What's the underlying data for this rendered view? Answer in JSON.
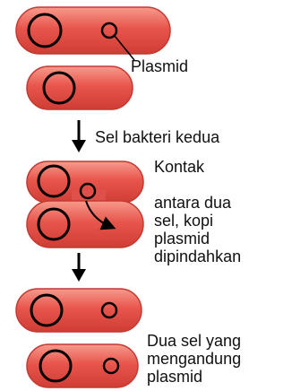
{
  "labels": {
    "plasmid": "Plasmid",
    "second_cell": "Sel bakteri kedua",
    "contact": "Kontak",
    "transfer_line1": "antara dua",
    "transfer_line2": "sel, kopi",
    "transfer_line3": "plasmid",
    "transfer_line4": "dipindahkan",
    "result_line1": "Dua sel yang",
    "result_line2": "mengandung",
    "result_line3": "plasmid"
  },
  "colors": {
    "cell_fill": "#e8554c",
    "cell_highlight": "#f79a8c",
    "cell_outline": "#c23a32",
    "dna_ring": "#000000",
    "arrow": "#000000",
    "text": "#111111"
  }
}
